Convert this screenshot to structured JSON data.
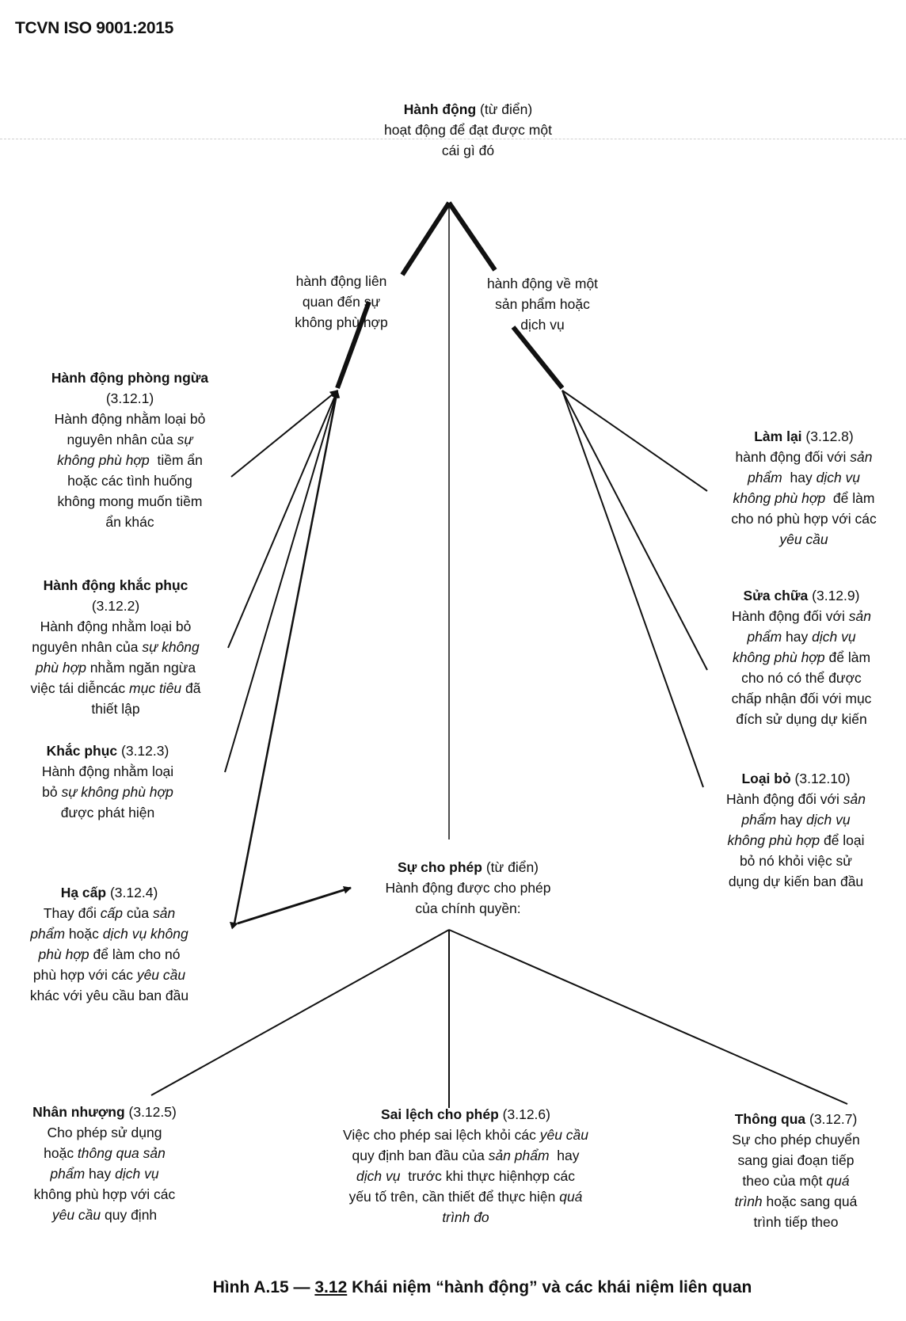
{
  "header": {
    "standard": "TCVN ISO 9001:2015"
  },
  "blocks": {
    "top": {
      "lines": [
        [
          [
            "Hành động",
            "b"
          ],
          [
            " (từ điển)",
            ""
          ]
        ],
        [
          [
            "hoạt động để đạt được một",
            ""
          ]
        ],
        [
          [
            "cái gì đó",
            ""
          ]
        ]
      ]
    },
    "branch_left": {
      "lines": [
        [
          [
            "hành động liên",
            ""
          ]
        ],
        [
          [
            "quan đến sự",
            ""
          ]
        ],
        [
          [
            "không phù hợp",
            ""
          ]
        ]
      ]
    },
    "branch_right": {
      "lines": [
        [
          [
            "hành động về một",
            ""
          ]
        ],
        [
          [
            "sản phẩm hoặc",
            ""
          ]
        ],
        [
          [
            "dịch vụ",
            ""
          ]
        ]
      ]
    },
    "preventive": {
      "lines": [
        [
          [
            "Hành động phòng ngừa",
            "b"
          ]
        ],
        [
          [
            "(3.12.1)",
            ""
          ]
        ],
        [
          [
            "Hành động nhằm loại bỏ",
            ""
          ]
        ],
        [
          [
            "nguyên nhân của ",
            ""
          ],
          [
            "sự",
            "i"
          ]
        ],
        [
          [
            "không phù hợp",
            "i"
          ],
          [
            "  tiềm ẩn",
            ""
          ]
        ],
        [
          [
            "hoặc các tình huống",
            ""
          ]
        ],
        [
          [
            "không mong muốn tiềm",
            ""
          ]
        ],
        [
          [
            "ẩn khác",
            ""
          ]
        ]
      ]
    },
    "corrective_action": {
      "lines": [
        [
          [
            "Hành động khắc phục",
            "b"
          ]
        ],
        [
          [
            "(3.12.2)",
            ""
          ]
        ],
        [
          [
            "Hành động nhằm loại bỏ",
            ""
          ]
        ],
        [
          [
            "nguyên nhân của ",
            ""
          ],
          [
            "sự không",
            "i"
          ]
        ],
        [
          [
            "phù hợp",
            "i"
          ],
          [
            " nhằm ngăn ngừa",
            ""
          ]
        ],
        [
          [
            "việc tái diễncác ",
            ""
          ],
          [
            "mục tiêu",
            "i"
          ],
          [
            " đã",
            ""
          ]
        ],
        [
          [
            "thiết lập",
            ""
          ]
        ]
      ]
    },
    "correction": {
      "lines": [
        [
          [
            "Khắc phục",
            "b"
          ],
          [
            " (3.12.3)",
            ""
          ]
        ],
        [
          [
            "Hành động nhằm loại",
            ""
          ]
        ],
        [
          [
            "bỏ ",
            ""
          ],
          [
            "sự không phù hợp",
            "i"
          ]
        ],
        [
          [
            "được phát hiện",
            ""
          ]
        ]
      ]
    },
    "regrade": {
      "lines": [
        [
          [
            "Hạ cấp",
            "b"
          ],
          [
            " (3.12.4)",
            ""
          ]
        ],
        [
          [
            "Thay đổi ",
            ""
          ],
          [
            "cấp",
            "i"
          ],
          [
            " của ",
            ""
          ],
          [
            "sản",
            "i"
          ]
        ],
        [
          [
            "phẩm",
            "i"
          ],
          [
            " hoặc ",
            ""
          ],
          [
            "dịch vụ không",
            "i"
          ]
        ],
        [
          [
            "phù hợp",
            "i"
          ],
          [
            " để làm cho nó",
            ""
          ]
        ],
        [
          [
            "phù hợp với các ",
            ""
          ],
          [
            "yêu cầu",
            "i"
          ]
        ],
        [
          [
            "khác với yêu cầu ban đầu",
            ""
          ]
        ]
      ]
    },
    "rework": {
      "lines": [
        [
          [
            "Làm lại",
            "b"
          ],
          [
            " (3.12.8)",
            ""
          ]
        ],
        [
          [
            "hành động đối với ",
            ""
          ],
          [
            "sản",
            "i"
          ]
        ],
        [
          [
            "phẩm",
            "i"
          ],
          [
            "  hay ",
            ""
          ],
          [
            "dịch vụ",
            "i"
          ]
        ],
        [
          [
            "không phù hợp",
            "i"
          ],
          [
            "  để làm",
            ""
          ]
        ],
        [
          [
            "cho nó phù hợp với các",
            ""
          ]
        ],
        [
          [
            "yêu cầu",
            "i"
          ]
        ]
      ]
    },
    "repair": {
      "lines": [
        [
          [
            "Sửa chữa",
            "b"
          ],
          [
            " (3.12.9)",
            ""
          ]
        ],
        [
          [
            "Hành động đối với ",
            ""
          ],
          [
            "sản",
            "i"
          ]
        ],
        [
          [
            "phẩm",
            "i"
          ],
          [
            " hay ",
            ""
          ],
          [
            "dịch vụ",
            "i"
          ]
        ],
        [
          [
            "không phù hợp",
            "i"
          ],
          [
            " để làm",
            ""
          ]
        ],
        [
          [
            "cho nó có thể được",
            ""
          ]
        ],
        [
          [
            "chấp nhận đối với mục",
            ""
          ]
        ],
        [
          [
            "đích sử dụng dự kiến",
            ""
          ]
        ]
      ]
    },
    "scrap": {
      "lines": [
        [
          [
            "Loại bỏ",
            "b"
          ],
          [
            " (3.12.10)",
            ""
          ]
        ],
        [
          [
            "Hành động đối với ",
            ""
          ],
          [
            "sản",
            "i"
          ]
        ],
        [
          [
            "phẩm",
            "i"
          ],
          [
            " hay ",
            ""
          ],
          [
            "dịch vụ",
            "i"
          ]
        ],
        [
          [
            "không phù hợp",
            "i"
          ],
          [
            " để loại",
            ""
          ]
        ],
        [
          [
            "bỏ nó khỏi việc sử",
            ""
          ]
        ],
        [
          [
            "dụng dự kiến ban đầu",
            ""
          ]
        ]
      ]
    },
    "permission": {
      "lines": [
        [
          [
            "Sự cho phép",
            "b"
          ],
          [
            " (từ điển)",
            ""
          ]
        ],
        [
          [
            "Hành động được cho phép",
            ""
          ]
        ],
        [
          [
            "của chính quyền:",
            ""
          ]
        ]
      ]
    },
    "concession": {
      "lines": [
        [
          [
            "Nhân nhượng",
            "b"
          ],
          [
            " (3.12.5)",
            ""
          ]
        ],
        [
          [
            "Cho phép sử dụng",
            ""
          ]
        ],
        [
          [
            "hoặc ",
            ""
          ],
          [
            "thông qua sản",
            "i"
          ]
        ],
        [
          [
            "phẩm",
            "i"
          ],
          [
            " hay ",
            ""
          ],
          [
            "dịch vụ",
            "i"
          ]
        ],
        [
          [
            "không phù hợp với các",
            ""
          ]
        ],
        [
          [
            "yêu cầu",
            "i"
          ],
          [
            " quy định",
            ""
          ]
        ]
      ]
    },
    "deviation_permit": {
      "lines": [
        [
          [
            "Sai lệch cho phép",
            "b"
          ],
          [
            " (3.12.6)",
            ""
          ]
        ],
        [
          [
            "Việc cho phép sai lệch khỏi các ",
            ""
          ],
          [
            "yêu cầu",
            "i"
          ]
        ],
        [
          [
            "quy định ban đầu của ",
            ""
          ],
          [
            "sản phẩm",
            "i"
          ],
          [
            "  hay",
            ""
          ]
        ],
        [
          [
            "dịch vụ",
            "i"
          ],
          [
            "  trước khi thực hiệnhợp các",
            ""
          ]
        ],
        [
          [
            "yếu tố trên, cần thiết để thực hiện ",
            ""
          ],
          [
            "quá",
            "i"
          ]
        ],
        [
          [
            "trình đo",
            "i"
          ]
        ]
      ]
    },
    "release": {
      "lines": [
        [
          [
            "Thông qua",
            "b"
          ],
          [
            " (3.12.7)",
            ""
          ]
        ],
        [
          [
            "Sự cho phép chuyển",
            ""
          ]
        ],
        [
          [
            "sang giai đoạn tiếp",
            ""
          ]
        ],
        [
          [
            "theo của một ",
            ""
          ],
          [
            "quá",
            "i"
          ]
        ],
        [
          [
            "trình",
            "i"
          ],
          [
            " hoặc sang quá",
            ""
          ]
        ],
        [
          [
            "trình tiếp theo",
            ""
          ]
        ]
      ]
    }
  },
  "caption": {
    "prefix": "Hình A.15 — ",
    "ref": "3.12",
    "title": " Khái niệm “hành động” và các khái niệm liên quan"
  }
}
